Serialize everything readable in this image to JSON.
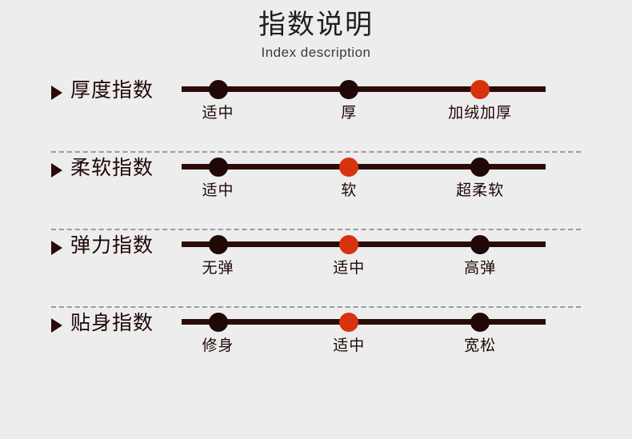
{
  "header": {
    "title_cn": "指数说明",
    "title_en": "Index description"
  },
  "colors": {
    "background": "#ededed",
    "track": "#2b0b08",
    "dot_inactive": "#200807",
    "dot_active": "#d7330f",
    "text": "#1e0705",
    "divider": "#9a9a9a"
  },
  "rows": [
    {
      "marker_icon": "triangle-right-icon",
      "title": "厚度指数",
      "active_index": 2,
      "stops": [
        {
          "label": "适中",
          "position_pct": 10,
          "active": false
        },
        {
          "label": "厚",
          "position_pct": 46,
          "active": false
        },
        {
          "label": "加绒加厚",
          "position_pct": 82,
          "active": true
        }
      ]
    },
    {
      "marker_icon": "triangle-right-icon",
      "title": "柔软指数",
      "active_index": 1,
      "stops": [
        {
          "label": "适中",
          "position_pct": 10,
          "active": false
        },
        {
          "label": "软",
          "position_pct": 46,
          "active": true
        },
        {
          "label": "超柔软",
          "position_pct": 82,
          "active": false
        }
      ]
    },
    {
      "marker_icon": "triangle-right-icon",
      "title": "弹力指数",
      "active_index": 1,
      "stops": [
        {
          "label": "无弹",
          "position_pct": 10,
          "active": false
        },
        {
          "label": "适中",
          "position_pct": 46,
          "active": true
        },
        {
          "label": "高弹",
          "position_pct": 82,
          "active": false
        }
      ]
    },
    {
      "marker_icon": "triangle-right-icon",
      "title": "贴身指数",
      "active_index": 1,
      "stops": [
        {
          "label": "修身",
          "position_pct": 10,
          "active": false
        },
        {
          "label": "适中",
          "position_pct": 46,
          "active": true
        },
        {
          "label": "宽松",
          "position_pct": 82,
          "active": false
        }
      ]
    }
  ]
}
